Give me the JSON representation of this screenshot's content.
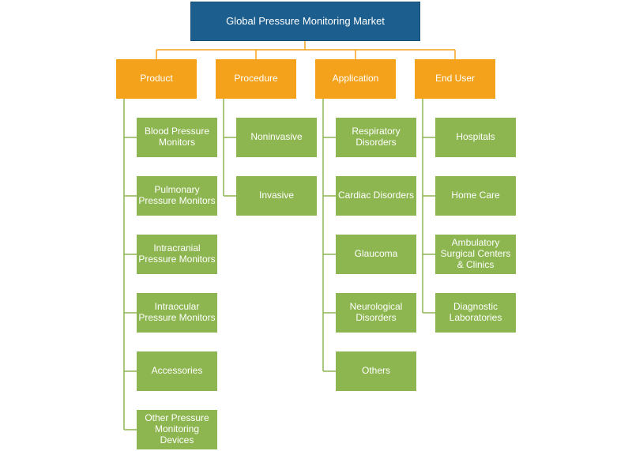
{
  "root": "Global Pressure Monitoring Market",
  "colors": {
    "root": "#1c5f8f",
    "category": "#f4a21c",
    "leaf": "#8db650",
    "connector_top": "#f4a21c",
    "connector_branch": "#8db650"
  },
  "categories": [
    {
      "label": "Product",
      "items": [
        "Blood Pressure Monitors",
        "Pulmonary Pressure Monitors",
        "Intracranial Pressure Monitors",
        "Intraocular Pressure Monitors",
        "Accessories",
        "Other Pressure Monitoring Devices"
      ]
    },
    {
      "label": "Procedure",
      "items": [
        "Noninvasive",
        "Invasive"
      ]
    },
    {
      "label": "Application",
      "items": [
        "Respiratory Disorders",
        "Cardiac Disorders",
        "Glaucoma",
        "Neurological Disorders",
        "Others"
      ]
    },
    {
      "label": "End User",
      "items": [
        "Hospitals",
        "Home Care",
        "Ambulatory Surgical Centers & Clinics",
        "Diagnostic Laboratories"
      ]
    }
  ]
}
